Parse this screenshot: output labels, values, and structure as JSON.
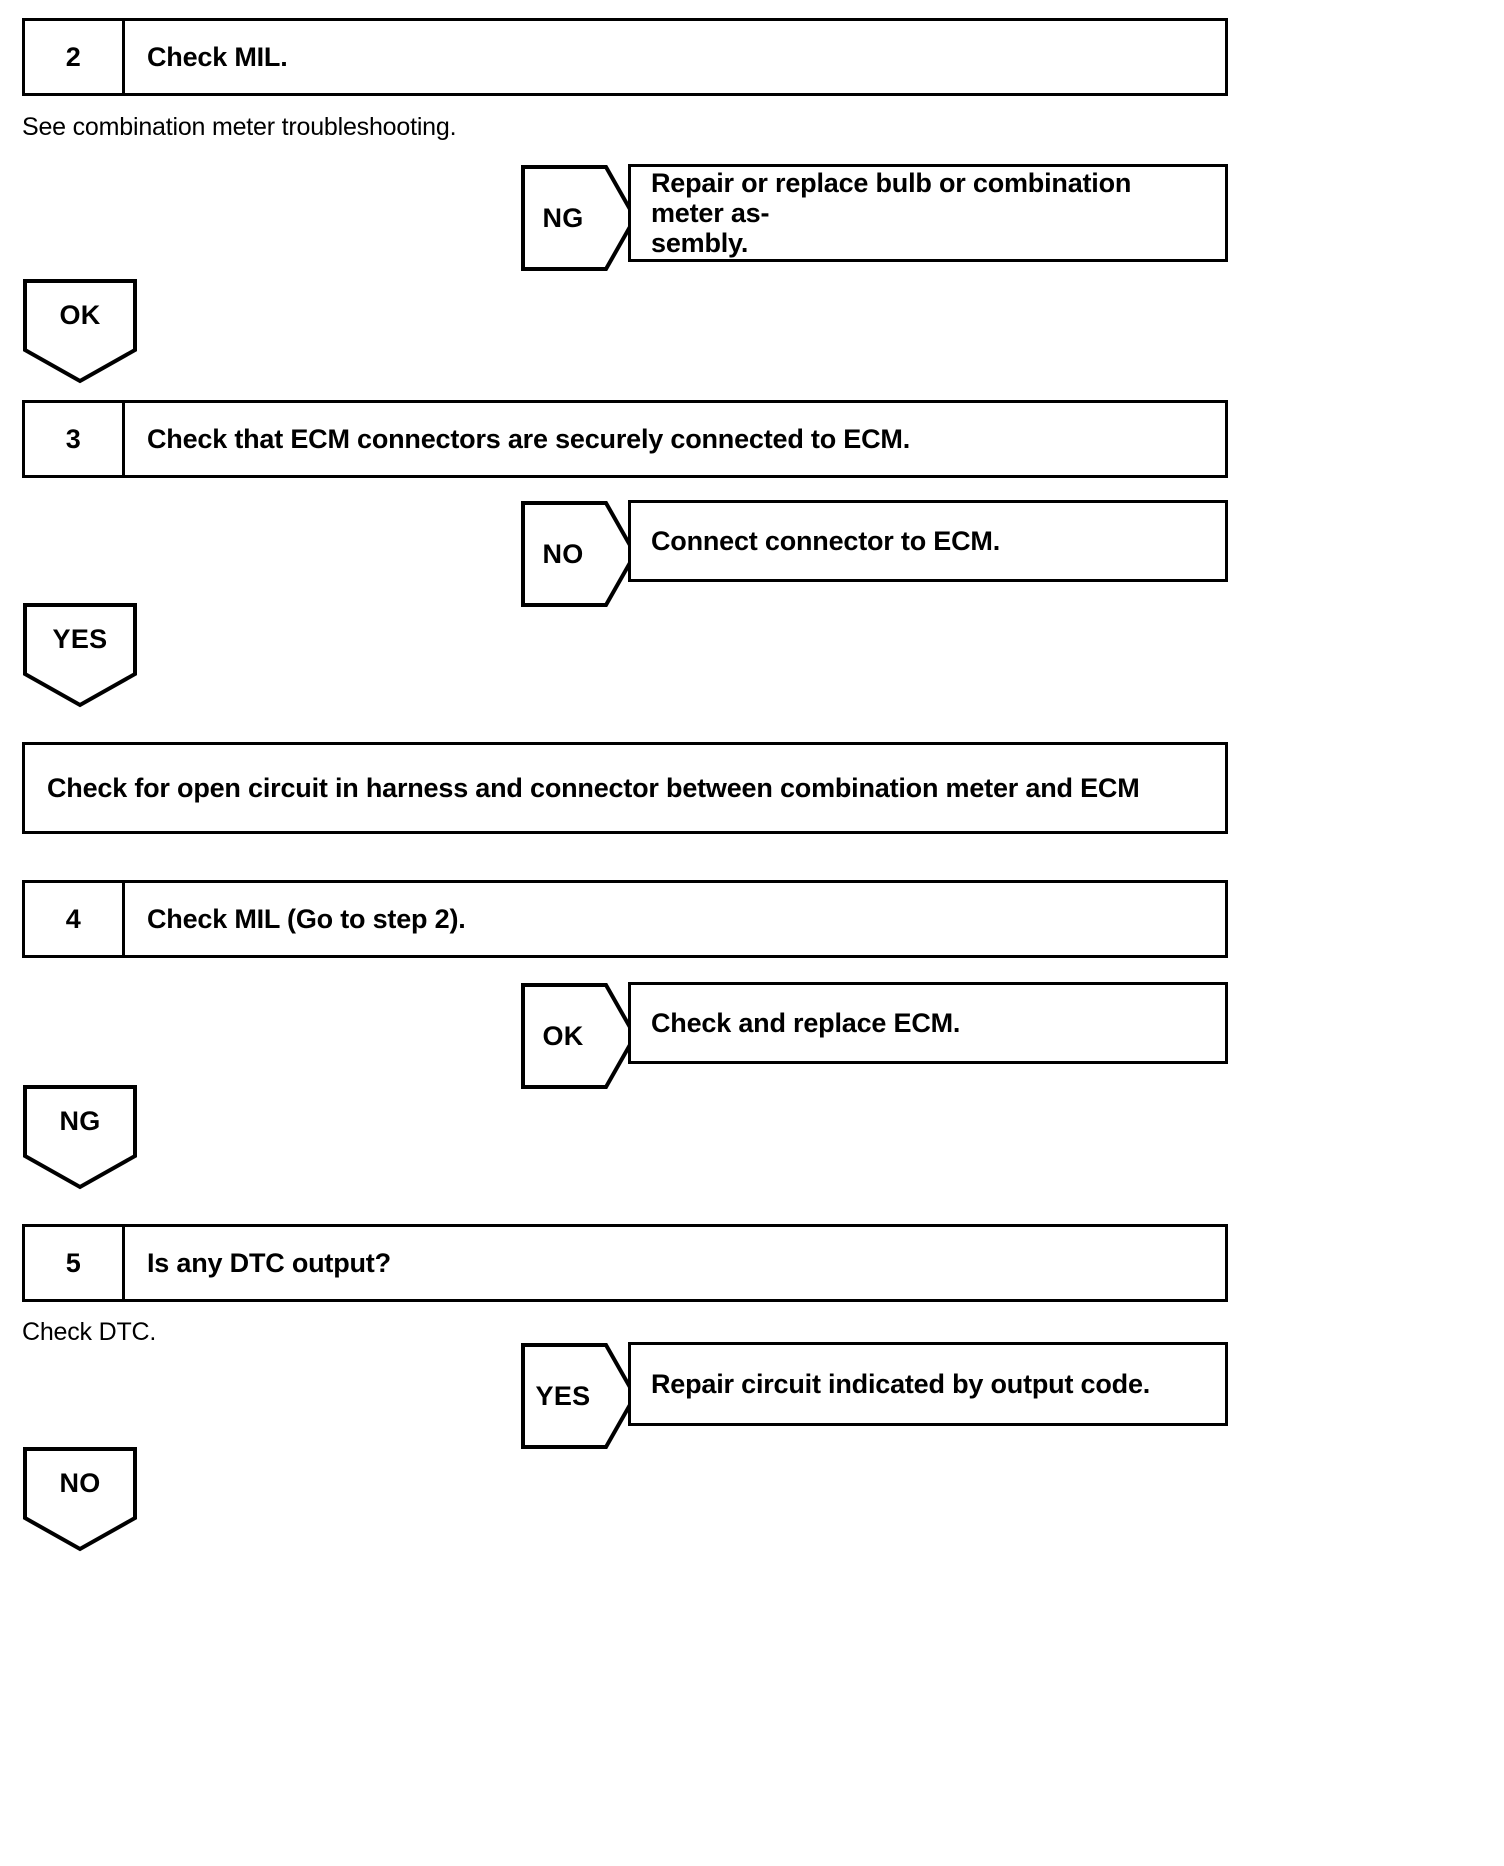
{
  "document": {
    "kind": "troubleshooting-flowchart"
  },
  "steps": [
    {
      "number": "2",
      "title": "Check MIL.",
      "note": "See combination meter troubleshooting."
    },
    {
      "number": "3",
      "title": "Check that ECM connectors are securely connected to ECM.",
      "note": ""
    },
    {
      "number": "4",
      "title": "Check MIL (Go to step 2).",
      "note": ""
    },
    {
      "number": "5",
      "title": "Is any DTC output?",
      "note": "Check DTC."
    }
  ],
  "branches": [
    {
      "judgement": "NG",
      "action_line1": "Repair or replace bulb or combination meter as-",
      "action_line2": "sembly."
    },
    {
      "judgement": "NO",
      "action_line1": "Connect connector to ECM.",
      "action_line2": ""
    },
    {
      "judgement": "OK",
      "action_line1": "Check and replace ECM.",
      "action_line2": ""
    },
    {
      "judgement": "YES",
      "action_line1": "Repair circuit indicated by output code.",
      "action_line2": ""
    }
  ],
  "connectors": [
    {
      "label": "OK"
    },
    {
      "label": "YES"
    },
    {
      "label": "NG"
    },
    {
      "label": "NO"
    }
  ],
  "inspection_box": {
    "text": "Check for open circuit in harness and connector between combination meter and ECM"
  },
  "colors": {
    "line": "#000000",
    "background": "#ffffff",
    "text": "#000000"
  }
}
